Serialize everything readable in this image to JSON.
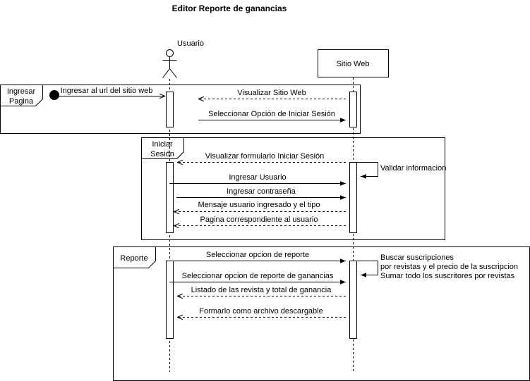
{
  "title": "Editor Reporte de ganancias",
  "participants": {
    "usuario": "Usuario",
    "sitio_web": "Sitio Web"
  },
  "fragments": {
    "ingresar_pagina": [
      "Ingresar",
      "Pagina"
    ],
    "iniciar_sesion": [
      "Iniciar",
      "Sesión"
    ],
    "reporte": [
      "Reporte"
    ]
  },
  "messages": {
    "ingresar_url": "Ingresar al url del sitio web",
    "visualizar_sitio": "Visualizar Sitio Web",
    "seleccionar_iniciar": "Seleccionar Opción de Iniciar Sesión",
    "visualizar_form": "Visualizar formulario Iniciar Sesión",
    "validar": "Validar informacion",
    "ingresar_usuario": "Ingresar Usuario",
    "ingresar_contrasena": "Ingresar contraseña",
    "mensaje_usuario": "Mensaje usuario ingresado y el tipo",
    "pagina_correspondiente": "Pagina correspondiente al usuario",
    "seleccionar_reporte": "Seleccionar opcion de reporte",
    "buscar": [
      "Buscar suscripciones",
      "por revistas y el precio de la suscripcion",
      "Sumar todo los suscritores por revistas"
    ],
    "seleccionar_ganancias": "Seleccionar opcion de reporte de ganancias",
    "listado": "Listado de las revista y total de ganancia",
    "formarlo": "Formarlo como archivo descargable"
  }
}
